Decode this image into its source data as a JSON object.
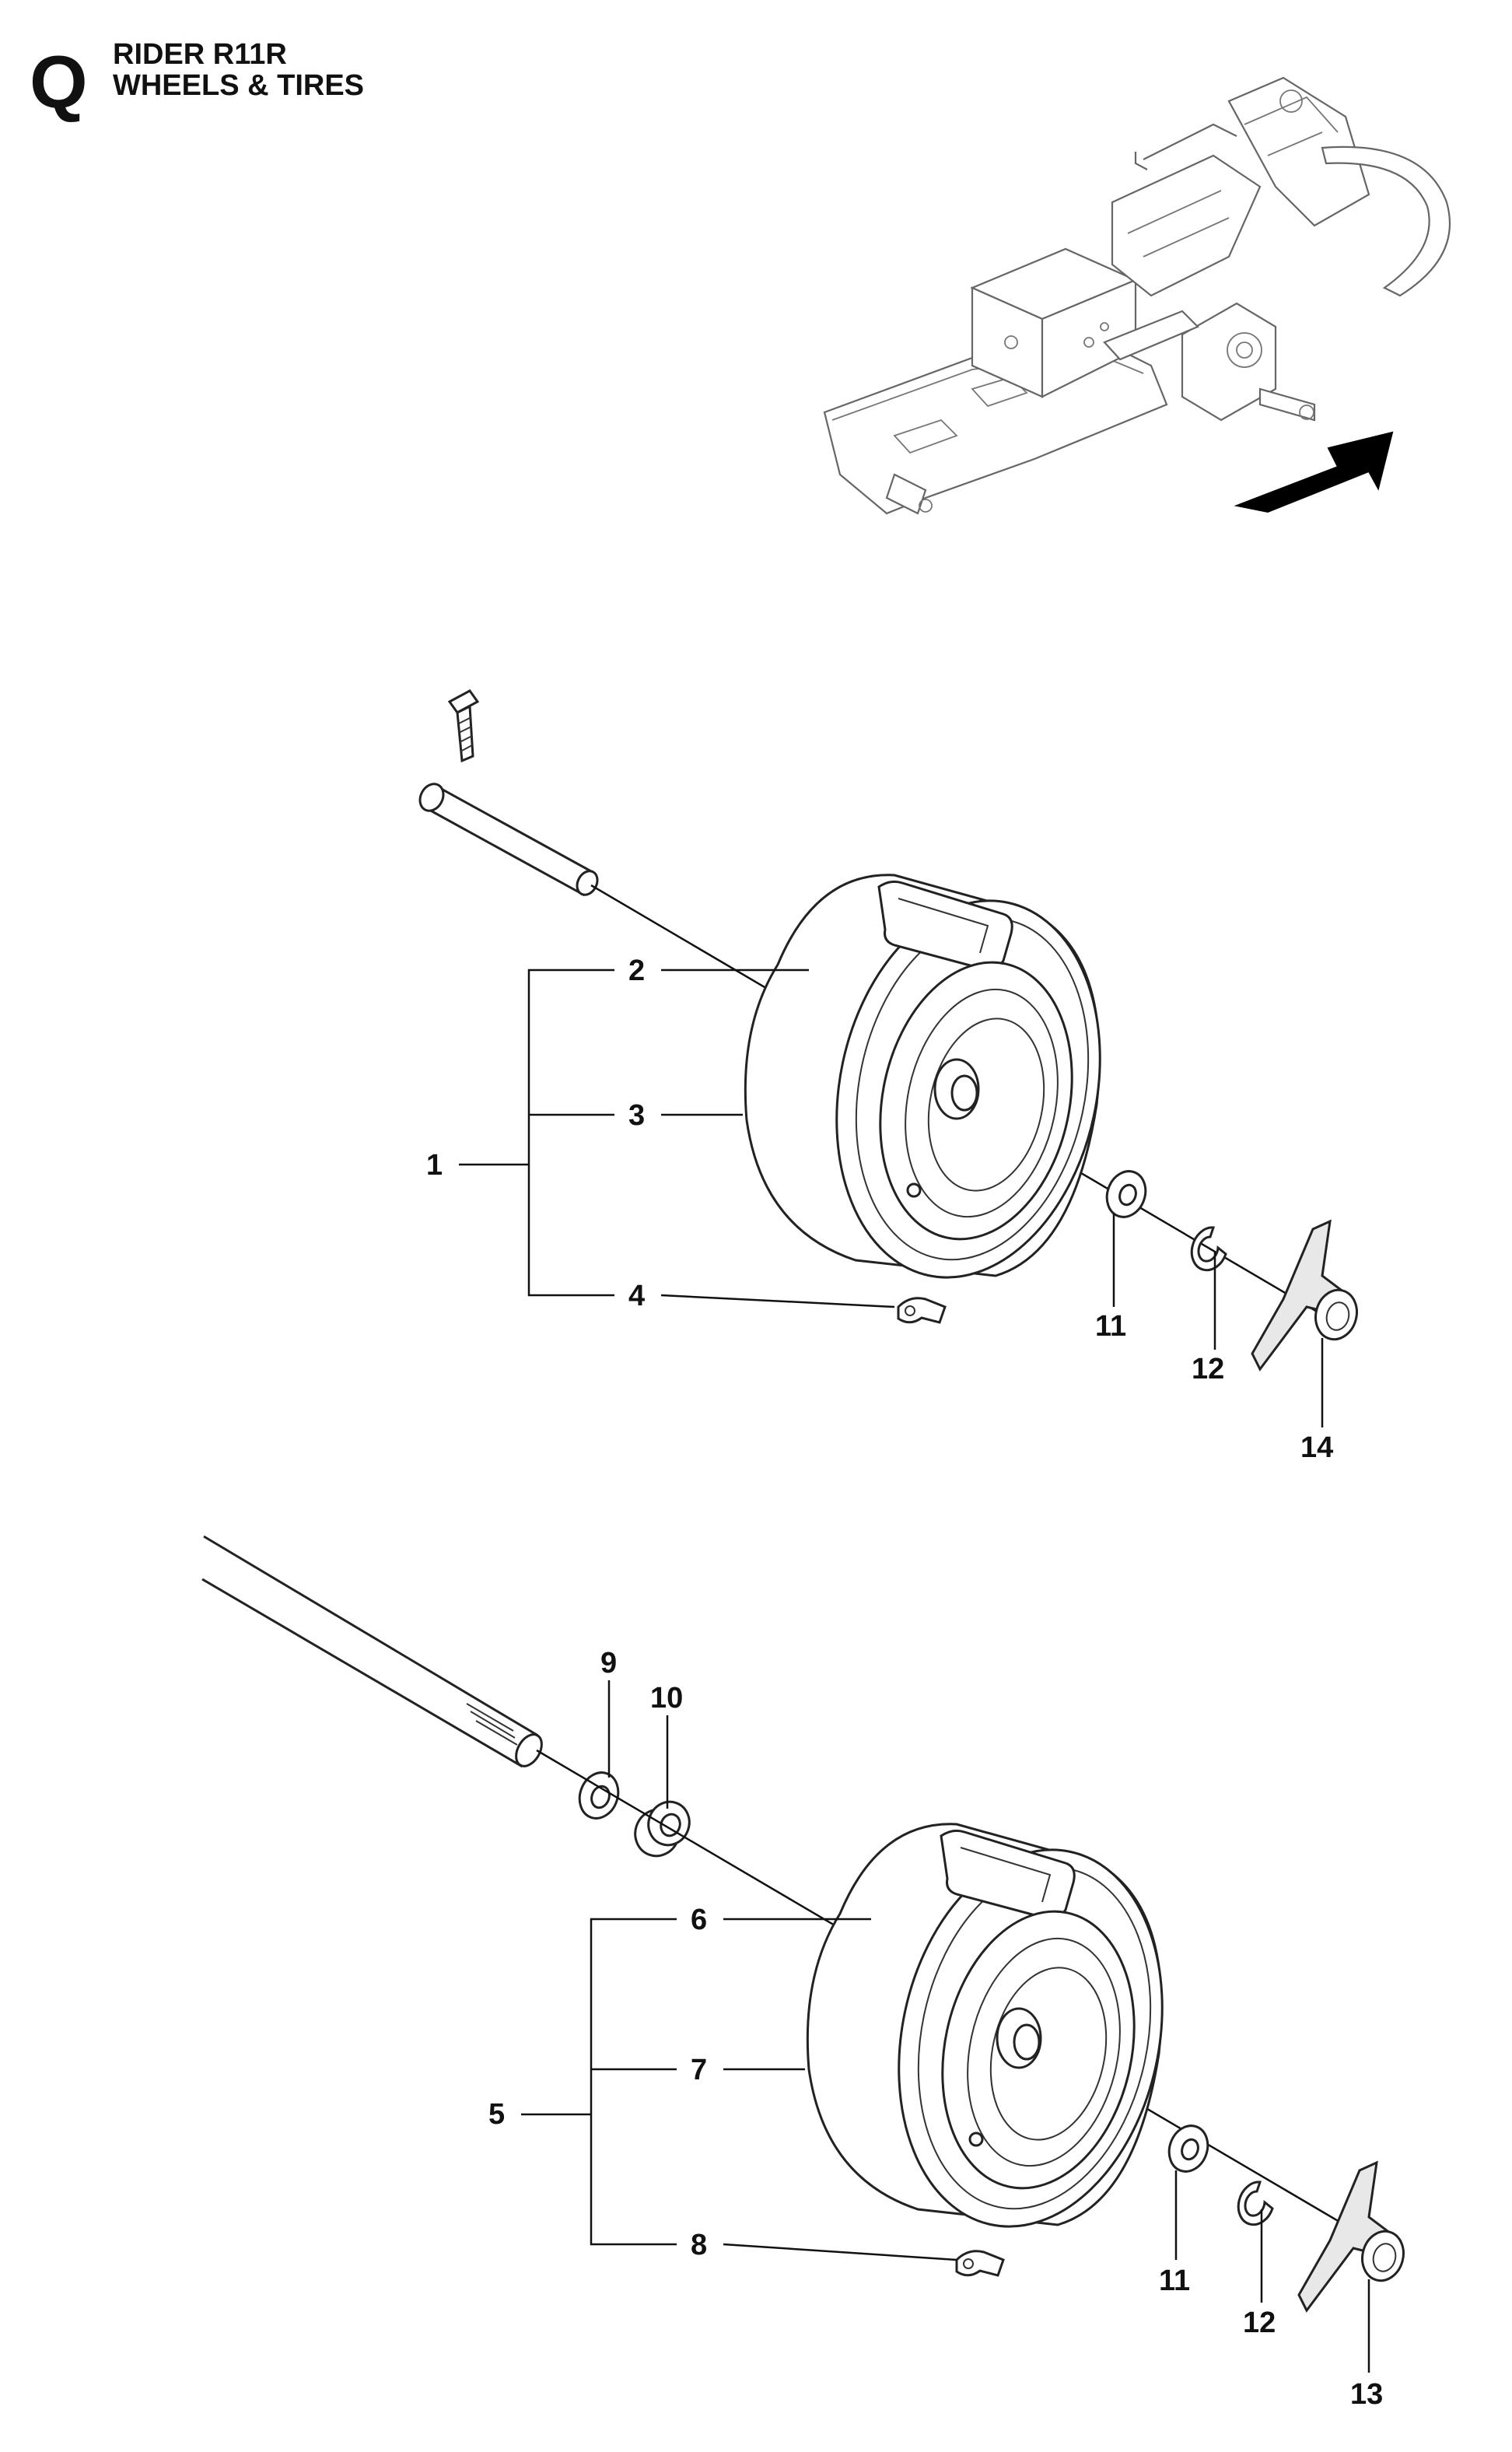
{
  "header": {
    "section_letter": "Q",
    "title_line1": "RIDER R11R",
    "title_line2": "WHEELS & TIRES"
  },
  "callouts": {
    "c1": "1",
    "c2": "2",
    "c3": "3",
    "c4": "4",
    "c5": "5",
    "c6": "6",
    "c7": "7",
    "c8": "8",
    "c9": "9",
    "c10": "10",
    "c11a": "11",
    "c11b": "11",
    "c12a": "12",
    "c12b": "12",
    "c13": "13",
    "c14": "14"
  },
  "colors": {
    "line": "#111111",
    "frame_line": "#666666",
    "arrow": "#000000"
  }
}
